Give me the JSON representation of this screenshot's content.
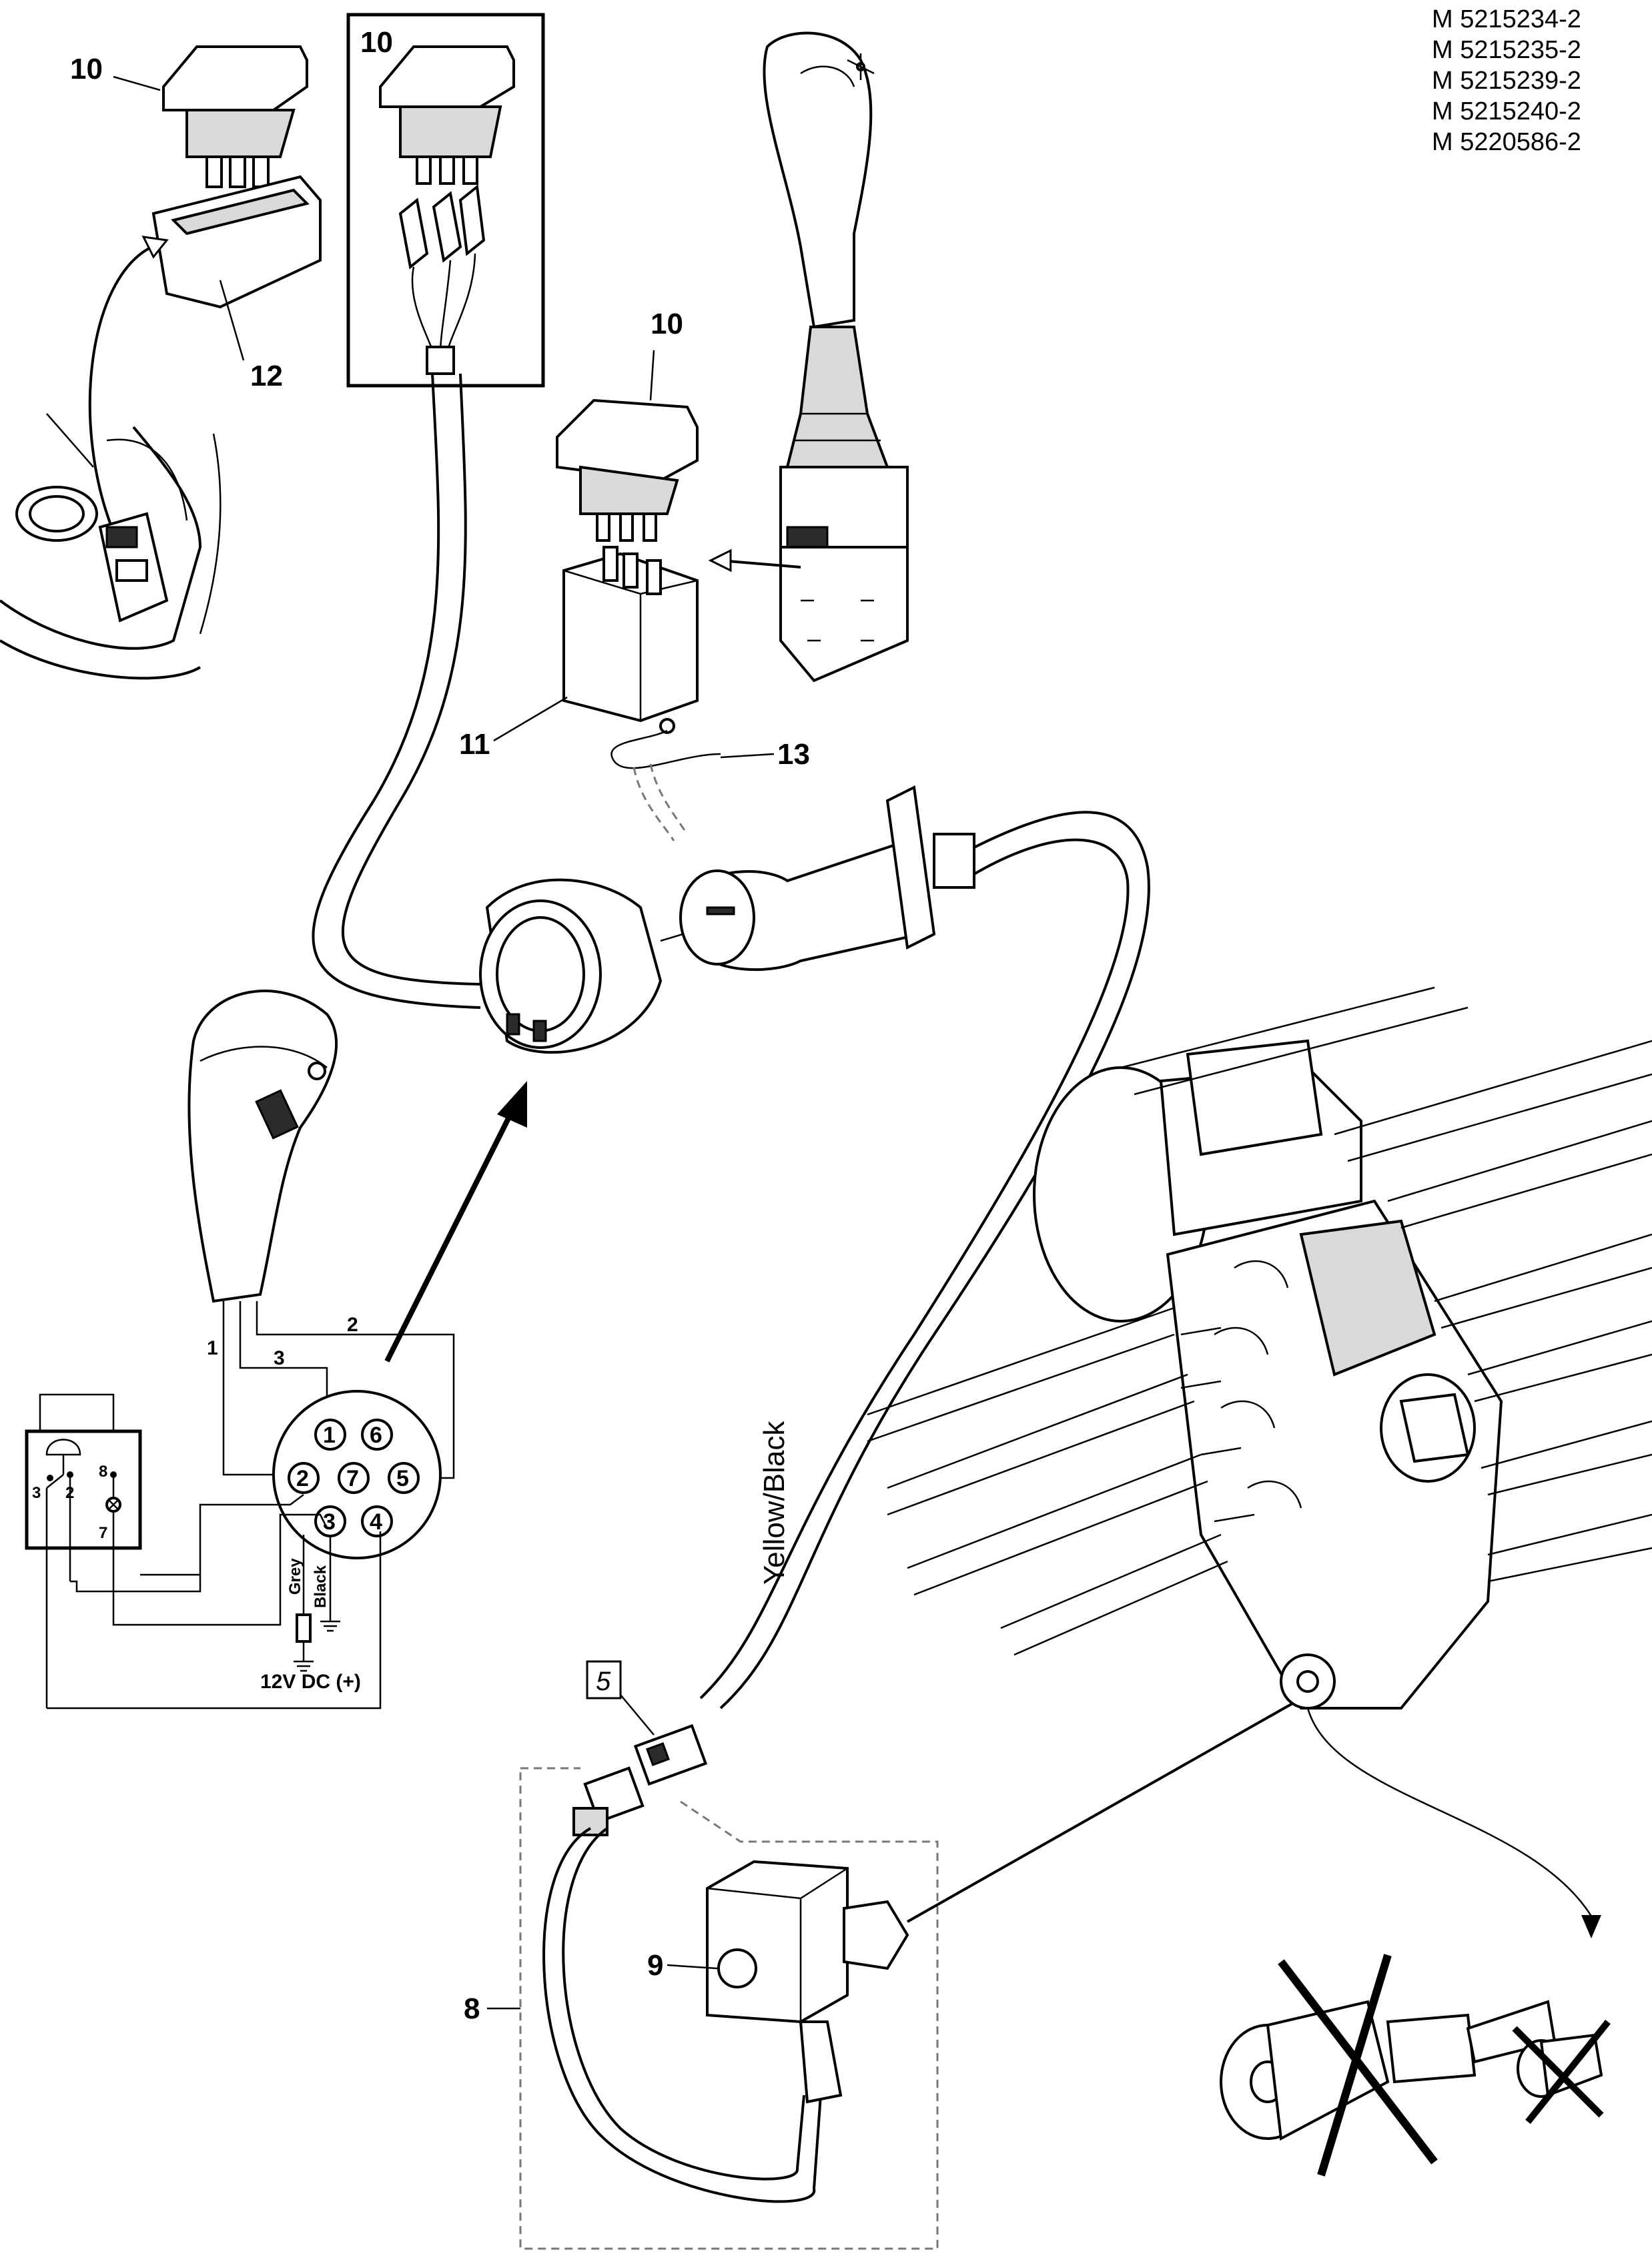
{
  "part_numbers": [
    "M 5215234-2",
    "M 5215235-2",
    "M 5215239-2",
    "M 5215240-2",
    "M 5220586-2"
  ],
  "callouts": {
    "c10a": "10",
    "c10b": "10",
    "c10c": "10",
    "c11": "11",
    "c12": "12",
    "c13": "13",
    "c8": "8",
    "c9": "9",
    "c5": "5"
  },
  "connector_pins": [
    "1",
    "2",
    "3",
    "4",
    "5",
    "6",
    "7"
  ],
  "wire_numbers": {
    "w1": "1",
    "w2": "2",
    "w3": "3"
  },
  "relay_terminals": {
    "t3": "3",
    "t2": "2",
    "t8": "8",
    "t7": "7"
  },
  "labels": {
    "grey": "Grey",
    "black": "Black",
    "supply": "12V DC (+)",
    "cable": "Yellow/Black"
  },
  "icons": [
    "rocker-switch-icon",
    "joystick-icon",
    "relay-icon",
    "gear-lever-icon",
    "solenoid-valve-icon",
    "crossed-out-icon",
    "ground-icon",
    "fuse-icon"
  ]
}
